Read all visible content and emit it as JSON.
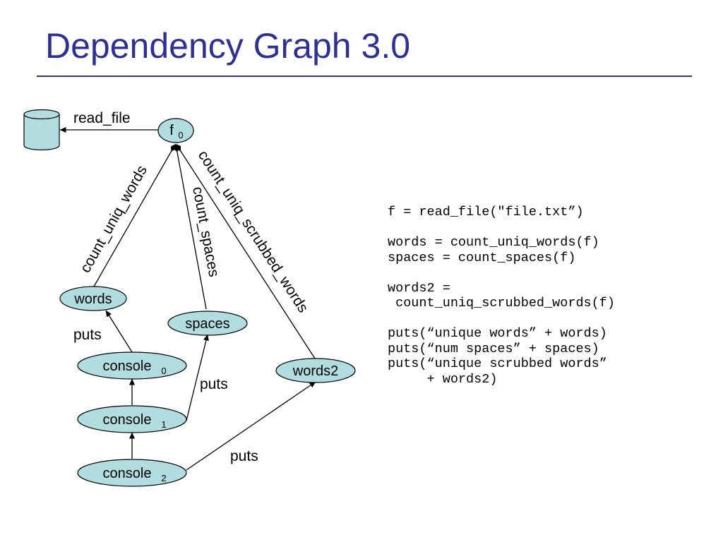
{
  "title": "Dependency Graph 3.0",
  "graph": {
    "nodes": {
      "f0": {
        "base": "f",
        "sub": "0"
      },
      "words": {
        "label": "words"
      },
      "spaces": {
        "label": "spaces"
      },
      "words2": {
        "label": "words2"
      },
      "console0": {
        "base": "console",
        "sub": "0"
      },
      "console1": {
        "base": "console",
        "sub": "1"
      },
      "console2": {
        "base": "console",
        "sub": "2"
      }
    },
    "edges": {
      "read_file": "read_file",
      "count_uniq_words": "count_uniq_words",
      "count_spaces": "count_spaces",
      "count_uniq_scrubbed_words": "count_uniq_scrubbed_words",
      "puts_words": "puts",
      "puts_spaces": "puts",
      "puts_words2": "puts"
    },
    "colors": {
      "node_fill": "#b2dde0",
      "stroke": "#000000"
    }
  },
  "code": {
    "line1": "f = read_file(\"file.txt”)",
    "line2": "words = count_uniq_words(f)",
    "line3": "spaces = count_spaces(f)",
    "line4": "words2 =",
    "line5": " count_uniq_scrubbed_words(f)",
    "line6": "puts(“unique words” + words)",
    "line7": "puts(“num spaces” + spaces)",
    "line8": "puts(“unique scrubbed words”",
    "line9": "     + words2)"
  },
  "colors": {
    "title": "#2e3192",
    "rule": "#2e3192"
  }
}
